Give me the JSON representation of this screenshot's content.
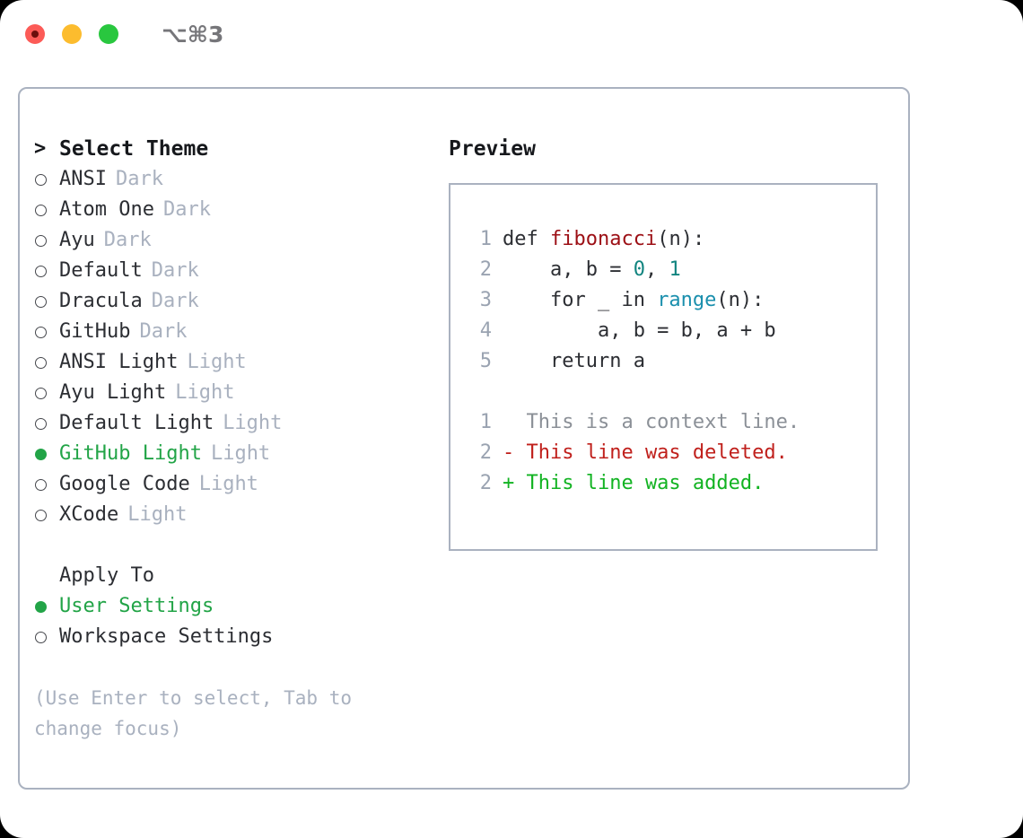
{
  "titlebar": {
    "shortcut": "⌥⌘3",
    "buttons": [
      {
        "name": "close",
        "color": "#fc5b57"
      },
      {
        "name": "minimize",
        "color": "#fcbc2e"
      },
      {
        "name": "zoom",
        "color": "#29c73f"
      }
    ]
  },
  "theme_list": {
    "header_marker": ">",
    "header": "Select Theme",
    "items": [
      {
        "marker": "o",
        "label": "ANSI",
        "variant": "Dark",
        "selected": false
      },
      {
        "marker": "o",
        "label": "Atom One",
        "variant": "Dark",
        "selected": false
      },
      {
        "marker": "o",
        "label": "Ayu",
        "variant": "Dark",
        "selected": false
      },
      {
        "marker": "o",
        "label": "Default",
        "variant": "Dark",
        "selected": false
      },
      {
        "marker": "o",
        "label": "Dracula",
        "variant": "Dark",
        "selected": false
      },
      {
        "marker": "o",
        "label": "GitHub",
        "variant": "Dark",
        "selected": false
      },
      {
        "marker": "o",
        "label": "ANSI Light",
        "variant": "Light",
        "selected": false
      },
      {
        "marker": "o",
        "label": "Ayu Light",
        "variant": "Light",
        "selected": false
      },
      {
        "marker": "o",
        "label": "Default Light",
        "variant": "Light",
        "selected": false
      },
      {
        "marker": "●",
        "label": "GitHub Light",
        "variant": "Light",
        "selected": true
      },
      {
        "marker": "o",
        "label": "Google Code",
        "variant": "Light",
        "selected": false
      },
      {
        "marker": "o",
        "label": "XCode",
        "variant": "Light",
        "selected": false
      }
    ]
  },
  "apply_to": {
    "header": "Apply To",
    "items": [
      {
        "marker": "●",
        "label": "User Settings",
        "selected": true
      },
      {
        "marker": "o",
        "label": "Workspace Settings",
        "selected": false
      }
    ]
  },
  "help": {
    "text": "(Use Enter to select, Tab to change focus)"
  },
  "preview": {
    "title": "Preview",
    "code_lines": [
      {
        "no": "1",
        "parts": [
          {
            "t": "def ",
            "c": "code-text"
          },
          {
            "t": "fibonacci",
            "c": "tok-fn"
          },
          {
            "t": "(n):",
            "c": "code-text"
          }
        ]
      },
      {
        "no": "2",
        "parts": [
          {
            "t": "    a, b = ",
            "c": "code-text"
          },
          {
            "t": "0",
            "c": "tok-num"
          },
          {
            "t": ", ",
            "c": "code-text"
          },
          {
            "t": "1",
            "c": "tok-num"
          }
        ]
      },
      {
        "no": "3",
        "parts": [
          {
            "t": "    for _ in ",
            "c": "code-text"
          },
          {
            "t": "range",
            "c": "tok-call"
          },
          {
            "t": "(n):",
            "c": "code-text"
          }
        ]
      },
      {
        "no": "4",
        "parts": [
          {
            "t": "        a, b = b, a + b",
            "c": "code-text"
          }
        ]
      },
      {
        "no": "5",
        "parts": [
          {
            "t": "    return a",
            "c": "code-text"
          }
        ]
      }
    ],
    "diff_lines": [
      {
        "no": "1",
        "text": "  This is a context line.",
        "kind": "diff-ctx"
      },
      {
        "no": "2",
        "text": "- This line was deleted.",
        "kind": "diff-del"
      },
      {
        "no": "2",
        "text": "+ This line was added.",
        "kind": "diff-add"
      }
    ]
  },
  "colors": {
    "accent_green": "#22a447",
    "panel_border": "#aab2c0",
    "muted": "#a9b1bf",
    "syntax_function": "#9c0f15",
    "syntax_builtin": "#1a8fad",
    "syntax_number": "#11847f",
    "diff_added": "#12b322",
    "diff_deleted": "#c0201c"
  }
}
